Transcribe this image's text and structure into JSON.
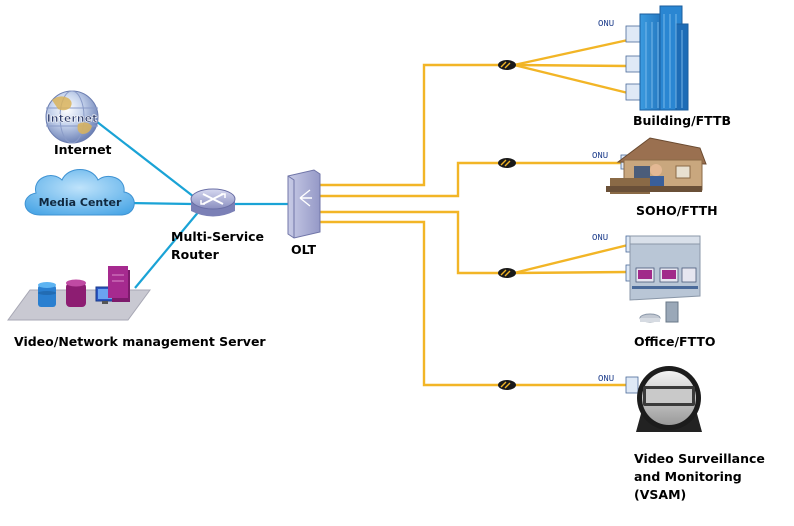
{
  "labels": {
    "internet": "Internet",
    "internet_globe": "Internet",
    "media_center": "Media Center",
    "router_line1": "Multi-Service",
    "router_line2": "Router",
    "server": "Video/Network management Server",
    "olt": "OLT",
    "onu": "ONU",
    "building": "Building/FTTB",
    "soho": "SOHO/FTTH",
    "office": "Office/FTTO",
    "vsam_line1": "Video Surveillance",
    "vsam_line2": "and Monitoring",
    "vsam_line3": "(VSAM)"
  },
  "colors": {
    "fiber": "#f2b526",
    "ethernet": "#1aa3d6",
    "cloud": "#5cb4ec",
    "building": "#2f8fd6"
  }
}
